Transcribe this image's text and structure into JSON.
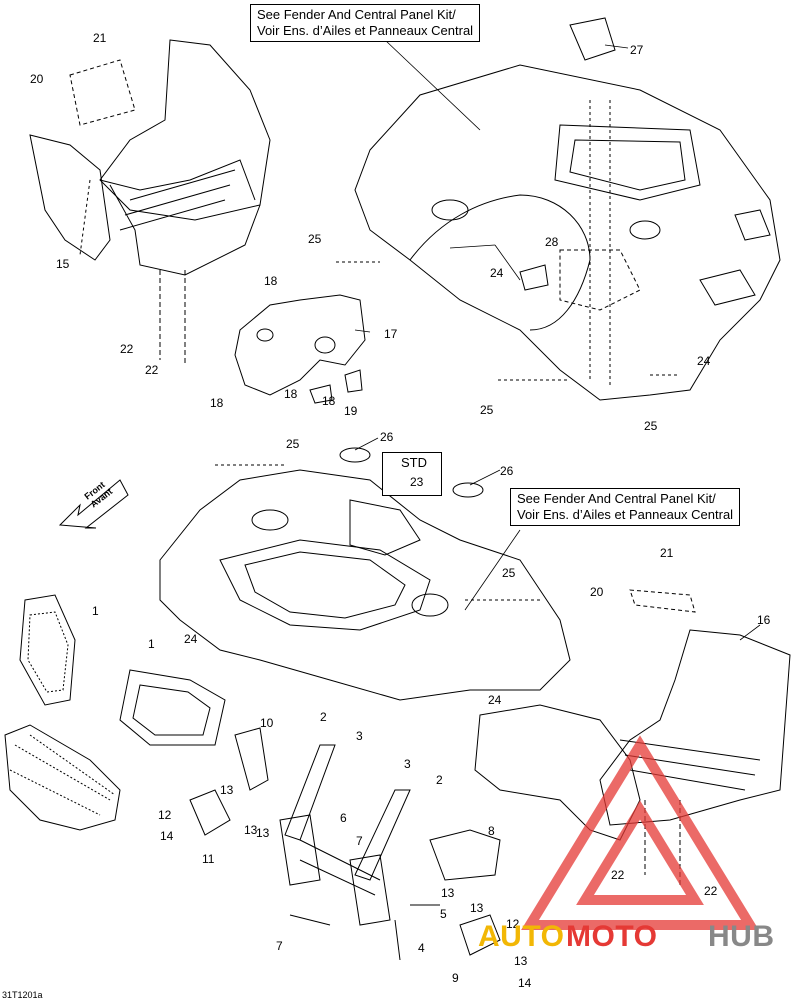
{
  "callouts": {
    "top": [
      "See Fender And Central Panel Kit/",
      "Voir Ens. d’Ailes et Panneaux Central"
    ],
    "mid": [
      "See Fender And Central Panel Kit/",
      "Voir Ens. d’Ailes et Panneaux Central"
    ]
  },
  "std_label": "STD",
  "front_arrow": [
    "Front",
    "Avant"
  ],
  "drawing_code": "31T1201a",
  "watermark": {
    "auto": "AUTO",
    "moto": "MOTO",
    "hub": "HUB",
    "color": "#e53935"
  },
  "parts": [
    "21",
    "20",
    "15",
    "27",
    "25",
    "28",
    "24",
    "18",
    "17",
    "22",
    "22",
    "18",
    "18",
    "18",
    "19",
    "24",
    "25",
    "25",
    "25",
    "26",
    "23",
    "26",
    "1",
    "1",
    "24",
    "25",
    "21",
    "20",
    "16",
    "24",
    "10",
    "2",
    "3",
    "3",
    "2",
    "12",
    "13",
    "13",
    "14",
    "11",
    "13",
    "6",
    "7",
    "8",
    "13",
    "5",
    "7",
    "4",
    "13",
    "12",
    "9",
    "13",
    "14",
    "22",
    "22"
  ]
}
